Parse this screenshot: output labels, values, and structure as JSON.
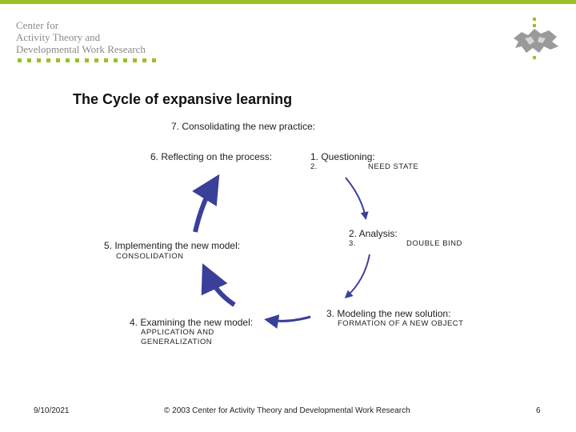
{
  "header": {
    "logo_lines": [
      "Center for",
      "Activity Theory and",
      "Developmental Work Research"
    ],
    "accent_color": "#9cbf2a"
  },
  "title": "The Cycle of expansive learning",
  "steps": {
    "s7": "7. Consolidating the new practice:",
    "s6": "6. Reflecting on the process:",
    "s1": "1.  Questioning:",
    "s1_num2": "2.",
    "s1_cap": "NEED STATE",
    "s2": "2.  Analysis:",
    "s2_num3": "3.",
    "s2_cap": "DOUBLE BIND",
    "s5": "5. Implementing the new model:",
    "s5_cap": "CONSOLIDATION",
    "s3": "3.  Modeling the new solution:",
    "s3_cap": "FORMATION OF A NEW OBJECT",
    "s4": "4. Examining the new model:",
    "s4_cap1": "APPLICATION AND",
    "s4_cap2": "GENERALIZATION"
  },
  "arrow_color": "#3a3f9a",
  "footer": {
    "date": "9/10/2021",
    "copyright": "© 2003 Center for Activity Theory and Developmental Work Research",
    "page": "6"
  }
}
